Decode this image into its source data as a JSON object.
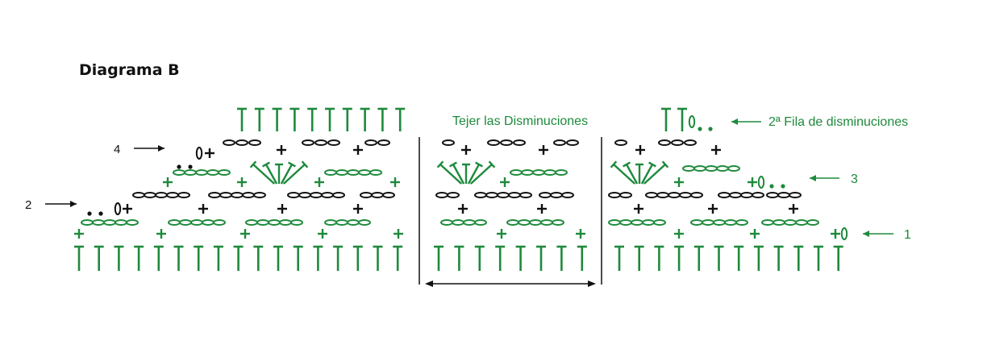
{
  "title": "Diagrama B",
  "labels": {
    "row_1": "1",
    "row_2": "2",
    "row_3": "3",
    "row_4": "4",
    "decreases_center": "Tejer las Disminuciones",
    "second_decrease_row": "2ª Fila de disminuciones"
  },
  "colors": {
    "green": "#1e8a3c",
    "black": "#111111"
  },
  "symbols": [
    "double-crochet",
    "single-crochet",
    "chain",
    "slip-stitch",
    "shell"
  ]
}
